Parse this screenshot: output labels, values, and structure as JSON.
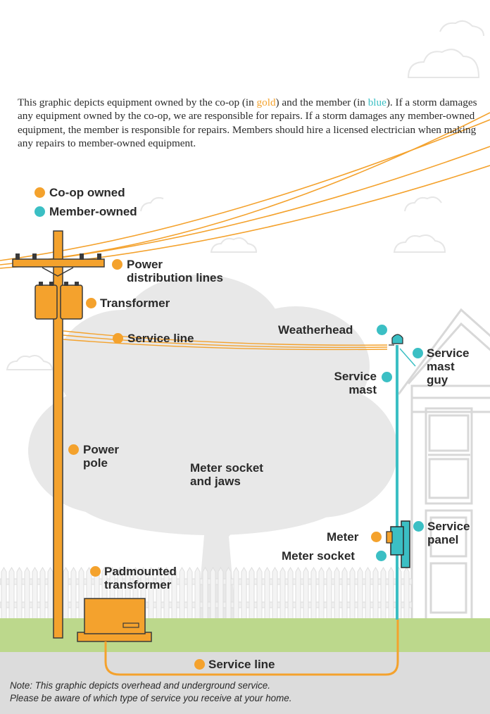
{
  "intro": {
    "p1": "This graphic depicts equipment owned by the co-op (in ",
    "gold_word": "gold",
    "p2": ") and the member (in ",
    "blue_word": "blue",
    "p3": "). If a storm damages any equipment owned by the co-op, we are responsible for repairs. If a storm damages any member-owned equipment, the member is responsible for repairs. Members should hire a licensed electrician when making any repairs to member-owned equipment."
  },
  "legend": {
    "coop": "Co-op owned",
    "member": "Member-owned"
  },
  "labels": {
    "power_distribution_lines": [
      "Power",
      "distribution lines"
    ],
    "transformer": "Transformer",
    "service_line_overhead": "Service line",
    "power_pole": [
      "Power",
      "pole"
    ],
    "meter_socket_jaws": [
      "Meter socket",
      "and jaws"
    ],
    "padmounted_transformer": [
      "Padmounted",
      "transformer"
    ],
    "weatherhead": "Weatherhead",
    "service_mast": [
      "Service",
      "mast"
    ],
    "service_mast_guy": [
      "Service",
      "mast",
      "guy"
    ],
    "meter": "Meter",
    "meter_socket": "Meter socket",
    "service_panel": [
      "Service",
      "panel"
    ],
    "service_line_underground": "Service line"
  },
  "note": [
    "Note: This graphic depicts overhead and underground service.",
    "Please be aware of which type of service you receive at your home."
  ],
  "colors": {
    "coop_gold": "#f4a22d",
    "member_blue": "#3bbfc4",
    "grass": "#bcd88c",
    "ground": "#dcdcdc",
    "tree": "#e8e8e8",
    "text": "#2a2a2a"
  }
}
